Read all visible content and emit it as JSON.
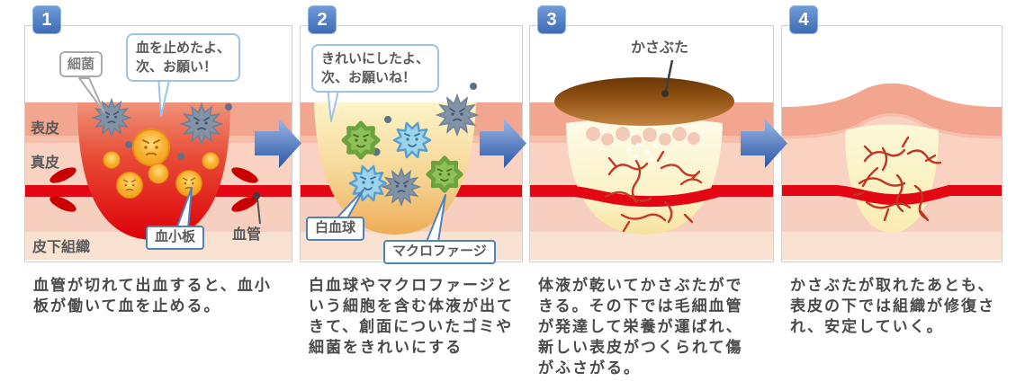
{
  "diagram": {
    "panels": [
      {
        "step": "1",
        "caption": "血管が切れて出血すると、血小板が働いて血を止める。",
        "labels": {
          "bacteria": "細菌",
          "speech_line1": "血を止めたよ、",
          "speech_line2": "次、お願い！",
          "epidermis": "表皮",
          "dermis": "真皮",
          "subcutaneous": "皮下組織",
          "platelet": "血小板",
          "blood_vessel": "血管"
        }
      },
      {
        "step": "2",
        "caption": "白血球やマクロファージという細胞を含む体液が出てきて、創面についたゴミや細菌をきれいにする",
        "labels": {
          "speech_line1": "きれいにしたよ、",
          "speech_line2": "次、お願いね！",
          "white_blood_cell": "白血球",
          "macrophage": "マクロファージ"
        }
      },
      {
        "step": "3",
        "caption": "体液が乾いてかさぶたができる。その下では毛細血管が発達して栄養が運ばれ、新しい表皮がつくられて傷がふさがる。",
        "labels": {
          "scab": "かさぶた"
        }
      },
      {
        "step": "4",
        "caption": "かさぶたが取れたあとも、表皮の下では組織が修復され、安定していく。",
        "labels": {}
      }
    ],
    "colors": {
      "step_badge_blue": "#4a7cc4",
      "arrow_blue_light": "#9bb7e4",
      "arrow_blue_dark": "#2b57a5",
      "label_border_blue": "#4f81bd",
      "speech_border_blue": "#9dc3e6",
      "vessel_red": "#e30613",
      "wound_red": "#dd0008",
      "exudate_yellow": "#eeac58",
      "scab_brown": "#935315",
      "skin_epidermis": "#f2a68f",
      "skin_dermis": "#f9d2c1",
      "caption_text_gray": "#4a4a4a"
    }
  }
}
